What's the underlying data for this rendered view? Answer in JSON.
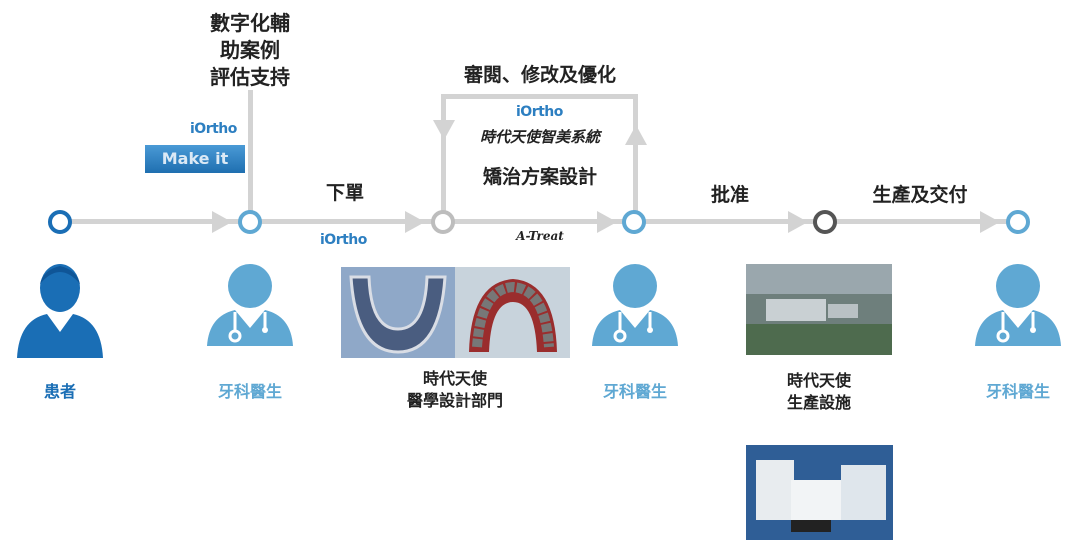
{
  "steps": {
    "support": [
      "數字化輔",
      "助案例",
      "評估支持"
    ],
    "order": "下單",
    "review": "審閱、修改及優化",
    "system": "時代天使智美系統",
    "design": "矯治方案設計",
    "atreat": "A-Treat",
    "approve": "批准",
    "produce": "生產及交付"
  },
  "brand": {
    "iortho": "iOrtho",
    "makeit": "Make it"
  },
  "actors": {
    "patient": "患者",
    "dentist": "牙科醫生",
    "design_dept": [
      "時代天使",
      "醫學設計部門"
    ],
    "facility": [
      "時代天使",
      "生產設施"
    ]
  },
  "colors": {
    "patient": "#1a6eb5",
    "dentist": "#5fa8d3",
    "line": "#d3d3d3"
  }
}
